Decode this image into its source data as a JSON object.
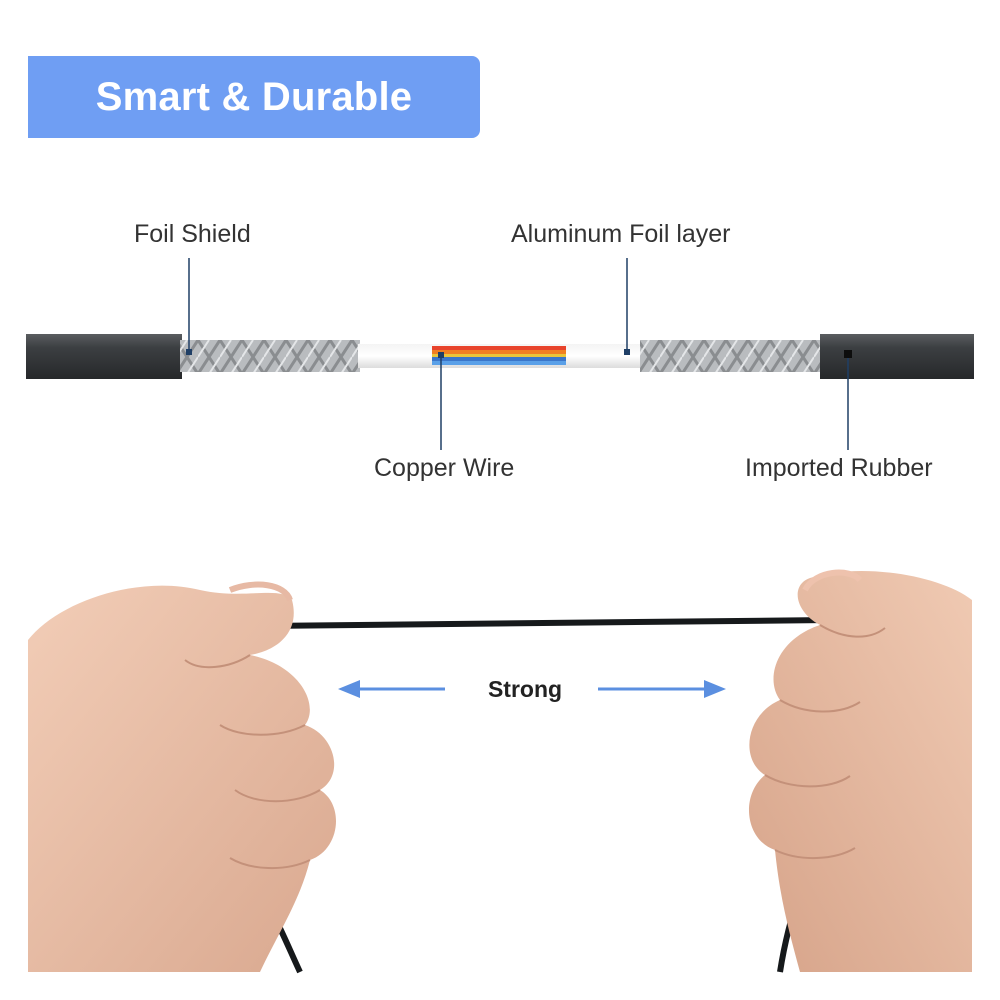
{
  "header": {
    "title": "Smart & Durable"
  },
  "cable_diagram": {
    "labels": {
      "foil_shield": "Foil Shield",
      "aluminum_foil": "Aluminum Foil layer",
      "copper_wire": "Copper Wire",
      "imported_rubber": "Imported Rubber"
    }
  },
  "strength_demo": {
    "label": "Strong"
  },
  "colors": {
    "banner": "#6f9ef3",
    "arrow": "#5b8fe0",
    "jacket": "#3a3d40",
    "skin": "#e8bfa6"
  }
}
